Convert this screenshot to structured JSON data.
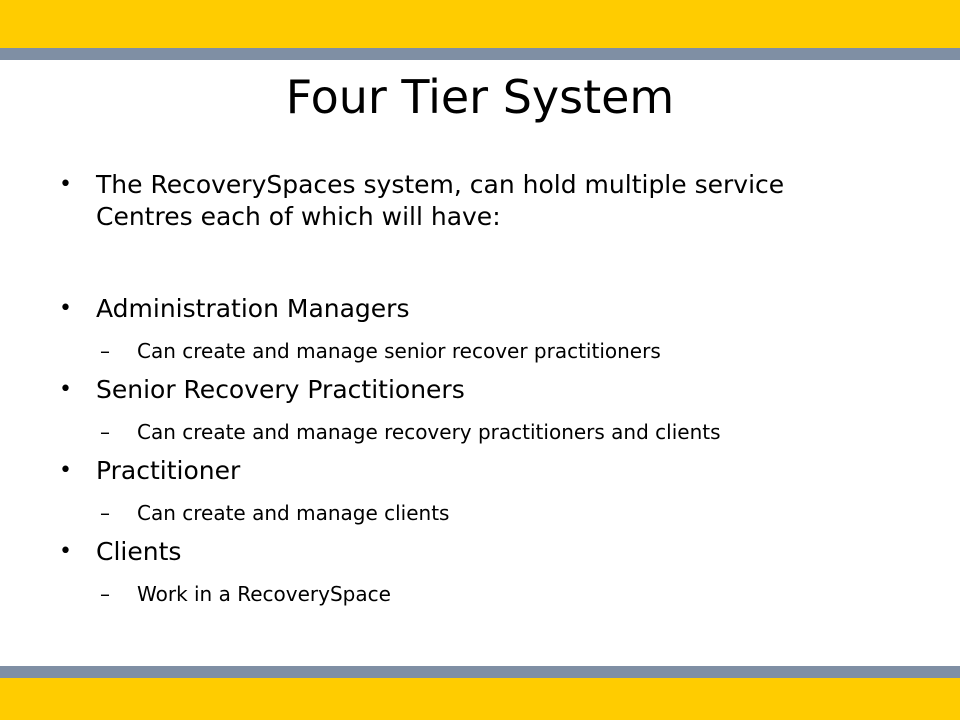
{
  "slide": {
    "title": "Four Tier System",
    "bullets": [
      {
        "level": 1,
        "marker": "•",
        "lines": [
          "The RecoverySpaces system, can hold multiple service",
          "Centres each of which will have:"
        ]
      },
      {
        "level": 1,
        "marker": "•",
        "text": "Administration Managers"
      },
      {
        "level": 2,
        "marker": "–",
        "text": "Can create and manage senior recover practitioners"
      },
      {
        "level": 1,
        "marker": "•",
        "text": "Senior Recovery Practitioners"
      },
      {
        "level": 2,
        "marker": "–",
        "text": "Can create and manage recovery practitioners and clients"
      },
      {
        "level": 1,
        "marker": "•",
        "text": "Practitioner"
      },
      {
        "level": 2,
        "marker": "–",
        "text": "Can create and manage clients"
      },
      {
        "level": 1,
        "marker": "•",
        "text": "Clients"
      },
      {
        "level": 2,
        "marker": "–",
        "text": "Work in a RecoverySpace"
      }
    ]
  },
  "theme": {
    "accent": "#ffcc00",
    "stripe": "#7f8fa4",
    "text": "#000000",
    "background": "#ffffff"
  }
}
